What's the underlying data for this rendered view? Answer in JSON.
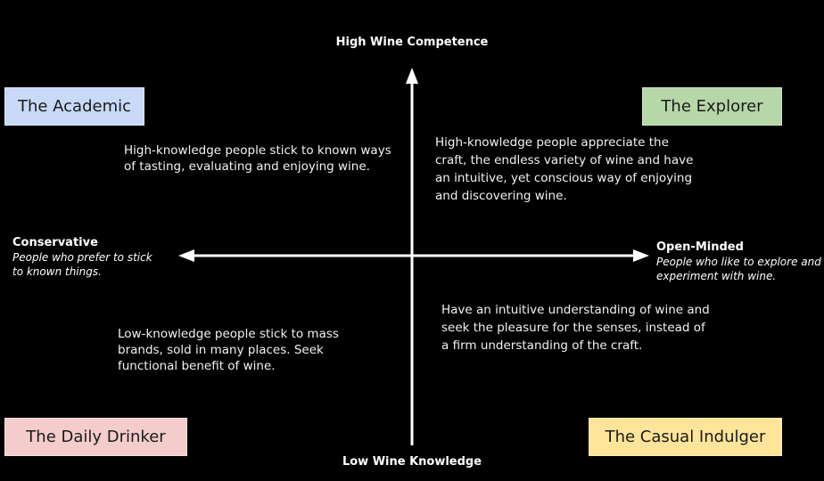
{
  "axes": {
    "top": "High Wine Competence",
    "bottom": "Low Wine Knowledge",
    "left": {
      "title": "Conservative",
      "description": "People who prefer to stick to known things."
    },
    "right": {
      "title": "Open-Minded",
      "description": "People who like to explore and experiment with wine."
    }
  },
  "quadrants": {
    "top_left": {
      "label": "The Academic",
      "color": "#c9daf8",
      "description": "High-knowledge people stick to known ways of tasting, evaluating and enjoying wine."
    },
    "top_right": {
      "label": "The Explorer",
      "color": "#b6d7a8",
      "description": "High-knowledge people appreciate the craft, the endless variety of wine and have an intuitive, yet conscious way of enjoying and discovering wine."
    },
    "bottom_left": {
      "label": "The Daily Drinker",
      "color": "#f4cccc",
      "description": "Low-knowledge people stick to mass brands, sold in many places. Seek functional benefit of wine."
    },
    "bottom_right": {
      "label": "The Casual Indulger",
      "color": "#ffe599",
      "description": "Have an intuitive understanding of wine and seek the pleasure for the senses, instead of a firm understanding of the craft."
    }
  }
}
